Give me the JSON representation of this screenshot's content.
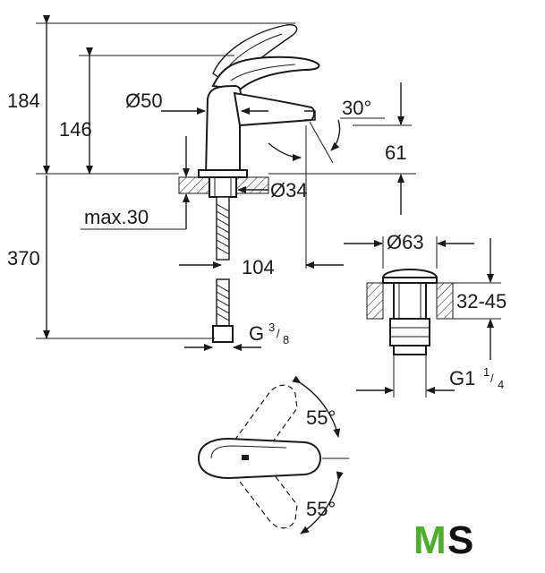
{
  "dimensions": {
    "height_total": "184",
    "height_spout": "146",
    "body_diameter": "Ø50",
    "spout_angle": "30°",
    "spout_projection_height": "61",
    "max_thickness": "max.30",
    "hole_diameter": "Ø34",
    "hose_length": "370",
    "spout_reach": "104",
    "hose_thread_main": "G",
    "hose_thread_num": "3",
    "hose_thread_den": "8",
    "waste_diameter": "Ø63",
    "waste_range": "32-45",
    "waste_thread_main": "G1",
    "waste_thread_num": "1",
    "waste_thread_den": "4",
    "lever_angle_top": "55°",
    "lever_angle_bottom": "55°"
  },
  "logo": {
    "letter_m": "M",
    "letter_s": "S",
    "color_m": "#4caf2a",
    "color_s": "#111111"
  }
}
